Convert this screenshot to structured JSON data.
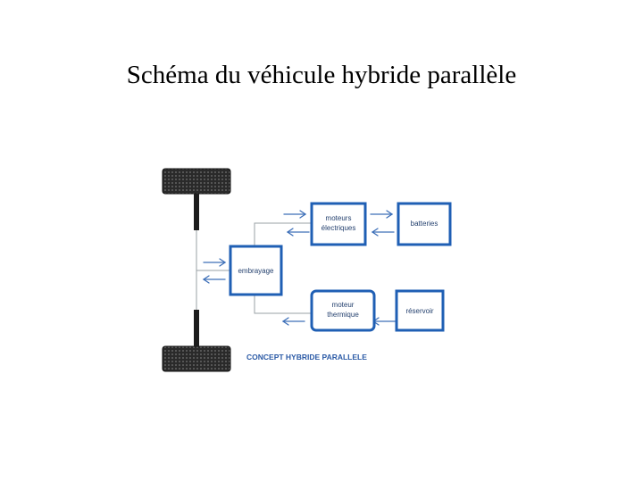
{
  "slide": {
    "title": "Schéma du véhicule hybride parallèle"
  },
  "diagram": {
    "blocks": {
      "moteurs_electriques": [
        "moteurs",
        "électriques"
      ],
      "batteries": "batteries",
      "embrayage": "embrayage",
      "moteur_thermique": [
        "moteur",
        "thermique"
      ],
      "reservoir": "réservoir"
    },
    "caption": "CONCEPT HYBRIDE PARALLELE",
    "colors": {
      "box_border": "#1f5fb4",
      "arrow": "#3d6fb8",
      "connector": "#9aa0a6",
      "label_text": "#24406e",
      "caption_text": "#2b5aa6",
      "wheel": "#2a2a2a",
      "axle": "#1c1c1c"
    },
    "icons": [
      "wheel-icon",
      "axle",
      "arrow-left-icon",
      "arrow-right-icon"
    ]
  }
}
